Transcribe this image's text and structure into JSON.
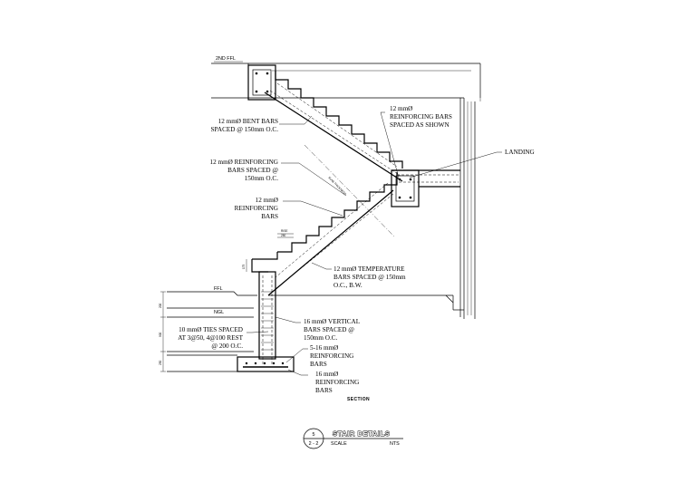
{
  "levels": {
    "second_floor": "2ND FFL",
    "floor": "FFL",
    "ground": "NGL"
  },
  "callouts": {
    "bent_bars": [
      "12 mmØ BENT BARS",
      "SPACED @ 150mm O.C."
    ],
    "reinforcing_150": [
      "12 mmØ REINFORCING",
      "BARS SPACED @",
      "150mm O.C."
    ],
    "reinforcing": [
      "12 mmØ",
      "REINFORCING",
      "BARS"
    ],
    "reinforcing_shown": [
      "12 mmØ",
      "REINFORCING BARS",
      "SPACED AS SHOWN"
    ],
    "landing": "LANDING",
    "temperature": [
      "12 mmØ TEMPERATURE",
      "BARS SPACED @ 150mm",
      "O.C., B.W."
    ],
    "ties": [
      "10 mmØ TIES SPACED",
      "AT 3@50, 4@100 REST",
      "@ 200 O.C."
    ],
    "vertical": [
      "16 mmØ VERTICAL",
      "BARS SPACED @",
      "150mm O.C."
    ],
    "footing_516": [
      "5-16 mmØ",
      "REINFORCING",
      "BARS"
    ],
    "footing_16": [
      "16 mmØ",
      "REINFORCING",
      "BARS"
    ]
  },
  "section_label": "SECTION",
  "title_block": {
    "title": "STAIR DETAILS",
    "number": "5",
    "sheet": "2 - 2",
    "scale_label": "SCALE",
    "scale_value": "NTS"
  }
}
